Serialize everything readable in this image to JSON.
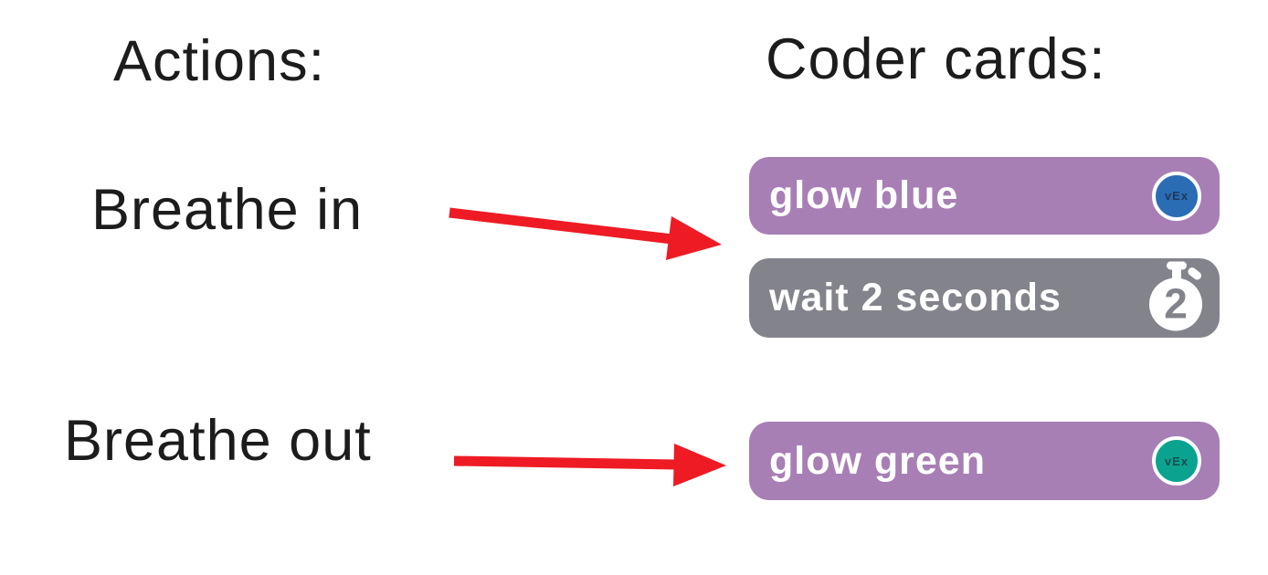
{
  "titles": {
    "actions": "Actions:",
    "coder_cards": "Coder cards:"
  },
  "actions": [
    {
      "label": "Breathe in"
    },
    {
      "label": "Breathe out"
    }
  ],
  "cards": [
    {
      "label": "glow blue",
      "bg": "#a77fb5",
      "icon": "vex-circle-icon",
      "icon_bg": "#2a6db5"
    },
    {
      "label": "wait 2 seconds",
      "bg": "#83838b",
      "icon": "stopwatch-icon",
      "value": "2"
    },
    {
      "label": "glow green",
      "bg": "#a77fb5",
      "icon": "vex-circle-icon",
      "icon_bg": "#0ba390"
    }
  ],
  "icons": {
    "vex_logo": "vEx"
  },
  "arrows": [
    {
      "from": "Breathe in",
      "to": "glow blue",
      "color": "#ee1b24"
    },
    {
      "from": "Breathe out",
      "to": "glow green",
      "color": "#ee1b24"
    }
  ],
  "colors": {
    "text": "#1c1c1c",
    "card_text": "#ffffff",
    "purple_card": "#a77fb5",
    "gray_card": "#83838b",
    "blue_circle": "#2a6db5",
    "teal_circle": "#0ba390",
    "arrow_red": "#ee1b24"
  }
}
